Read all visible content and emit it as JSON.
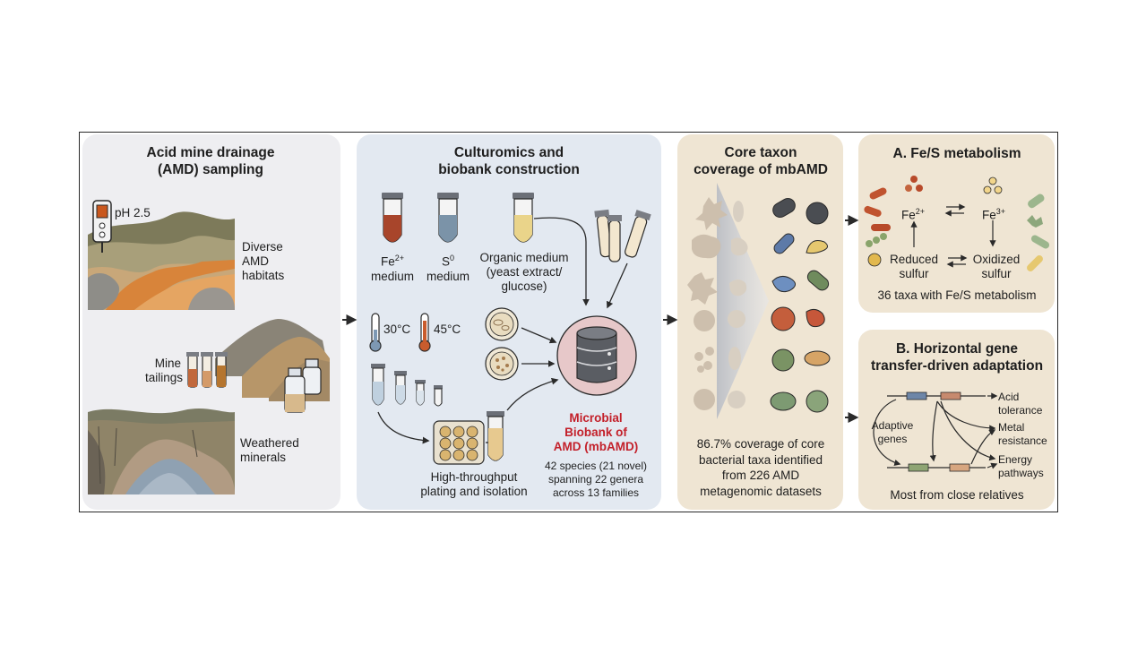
{
  "sampling": {
    "title_line1": "Acid mine drainage",
    "title_line2": "(AMD) sampling",
    "ph_label": "pH 2.5",
    "habitats_line1": "Diverse",
    "habitats_line2": "AMD",
    "habitats_line3": "habitats",
    "tailings_line1": "Mine",
    "tailings_line2": "tailings",
    "minerals_line1": "Weathered",
    "minerals_line2": "minerals"
  },
  "culturomics": {
    "title_line1": "Culturomics and",
    "title_line2": "biobank construction",
    "fe_medium_symbol": "Fe",
    "fe_medium_sup": "2+",
    "fe_medium_word": "medium",
    "s_medium_symbol": "S",
    "s_medium_sup": "0",
    "s_medium_word": "medium",
    "organic_line1": "Organic medium",
    "organic_line2": "(yeast extract/",
    "organic_line3": "glucose)",
    "temp_low": "30°C",
    "temp_high": "45°C",
    "plating_line1": "High-throughput",
    "plating_line2": "plating and isolation",
    "biobank_line1": "Microbial",
    "biobank_line2": "Biobank of",
    "biobank_line3": "AMD (mbAMD)",
    "stats_line1": "42 species (21 novel)",
    "stats_line2": "spanning 22 genera",
    "stats_line3": "across 13 families"
  },
  "coverage": {
    "title_line1": "Core taxon",
    "title_line2": "coverage of mbAMD",
    "desc_line1": "86.7% coverage of core",
    "desc_line2": "bacterial taxa identified",
    "desc_line3": "from 226 AMD",
    "desc_line4": "metagenomic datasets"
  },
  "fes": {
    "title": "A.  Fe/S metabolism",
    "fe2_symbol": "Fe",
    "fe2_sup": "2+",
    "fe3_symbol": "Fe",
    "fe3_sup": "3+",
    "reduced_line1": "Reduced",
    "reduced_line2": "sulfur",
    "oxidized_line1": "Oxidized",
    "oxidized_line2": "sulfur",
    "summary": "36 taxa with Fe/S metabolism"
  },
  "hgt": {
    "title_line1": "B.  Horizontal gene",
    "title_line2": "transfer-driven adaptation",
    "adaptive_line1": "Adaptive",
    "adaptive_line2": "genes",
    "acid_line1": "Acid",
    "acid_line2": "tolerance",
    "metal_line1": "Metal",
    "metal_line2": "resistance",
    "energy_line1": "Energy",
    "energy_line2": "pathways",
    "summary": "Most from close relatives"
  },
  "colors": {
    "panel_gray": "#eeeef1",
    "panel_blue": "#e3e9f1",
    "panel_tan": "#efe5d3",
    "accent_red": "#c3202a",
    "iron_rust": "#b5532a"
  }
}
